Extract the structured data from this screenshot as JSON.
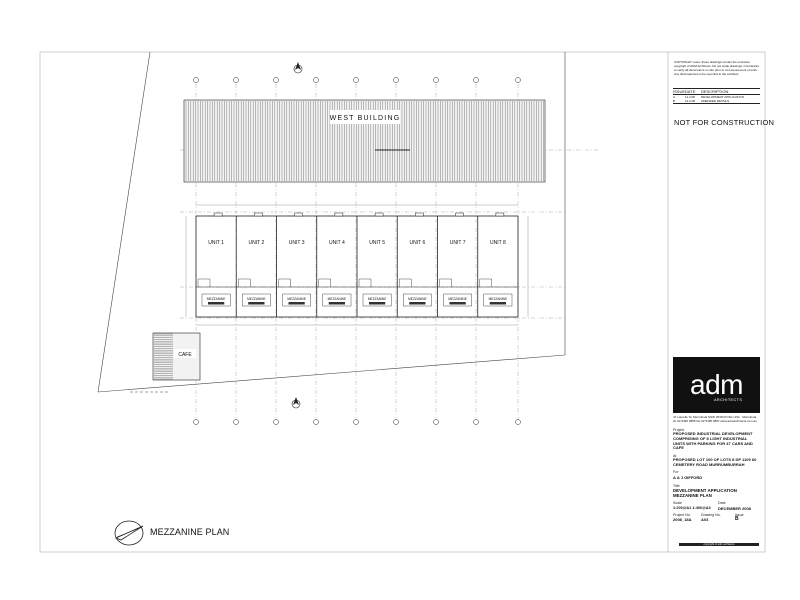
{
  "plan": {
    "building_title": "WEST  BUILDING",
    "units": [
      "UNIT 1",
      "UNIT 2",
      "UNIT 3",
      "UNIT 4",
      "UNIT 5",
      "UNIT 6",
      "UNIT 7",
      "UNIT 8"
    ],
    "mezzanine_label": "MEZZANINE",
    "cafe_label": "CAFE",
    "drawing_title": "MEZZANINE PLAN"
  },
  "title_block": {
    "notes": "COPYRIGHT notes: these drawings remain the exclusive copyright of ADM Architects. Do not scale drawings. Contractors to verify all dimensions on site prior to commencement of work. Any discrepancies to be reported to the architect.",
    "revision_headers": [
      "ISSUE",
      "DATE",
      "DESCRIPTION"
    ],
    "revisions": [
      {
        "issue": "A",
        "date": "11.2.08",
        "description": "DEVELOPMENT APPLICATION"
      },
      {
        "issue": "B",
        "date": "12.2.08",
        "description": "AMENDED DETAILS"
      }
    ],
    "status": "NOT FOR CONSTRUCTION",
    "logo_word": "adm",
    "logo_sub": "ARCHITECTS",
    "contact": "47 Laurelle St, Merimbula NSW 2548 PO Box 294 · Merimbula  ph 02 6495 2885  fax 02 6495 2887  www.admarchitects.com.au",
    "project_label": "Project",
    "project": "PROPOSED INDUSTRIAL DEVELOPMENT COMPRISING OF 8 LIGHT INDUSTRIAL UNITS WITH PARKING FOR 47 CARS AND CAFE",
    "at_label": "At",
    "at": "PROPOSED LOT 100 OF LOTS 8 DP 1109 60 CEMETERY ROAD MURRUMBURRAH",
    "for_label": "For",
    "for": "A & J GIFFORD",
    "title_label": "Title",
    "title": "DEVELOPMENT APPLICATION MEZZANINE PLAN",
    "scale_label": "Scale",
    "scale": "1:200@A1 1:400@A3",
    "date_label": "Date",
    "date": "DECEMBER 2008",
    "project_no_label": "Project No.",
    "project_no": "2008_18A",
    "drawing_no_label": "Drawing No.",
    "drawing_no": "A03",
    "issue_label": "Issue",
    "issue": "B",
    "copyright": "copyright of adm architects"
  },
  "colors": {
    "line": "#222222",
    "hatch": "#333333",
    "logo_bg": "#111111"
  }
}
